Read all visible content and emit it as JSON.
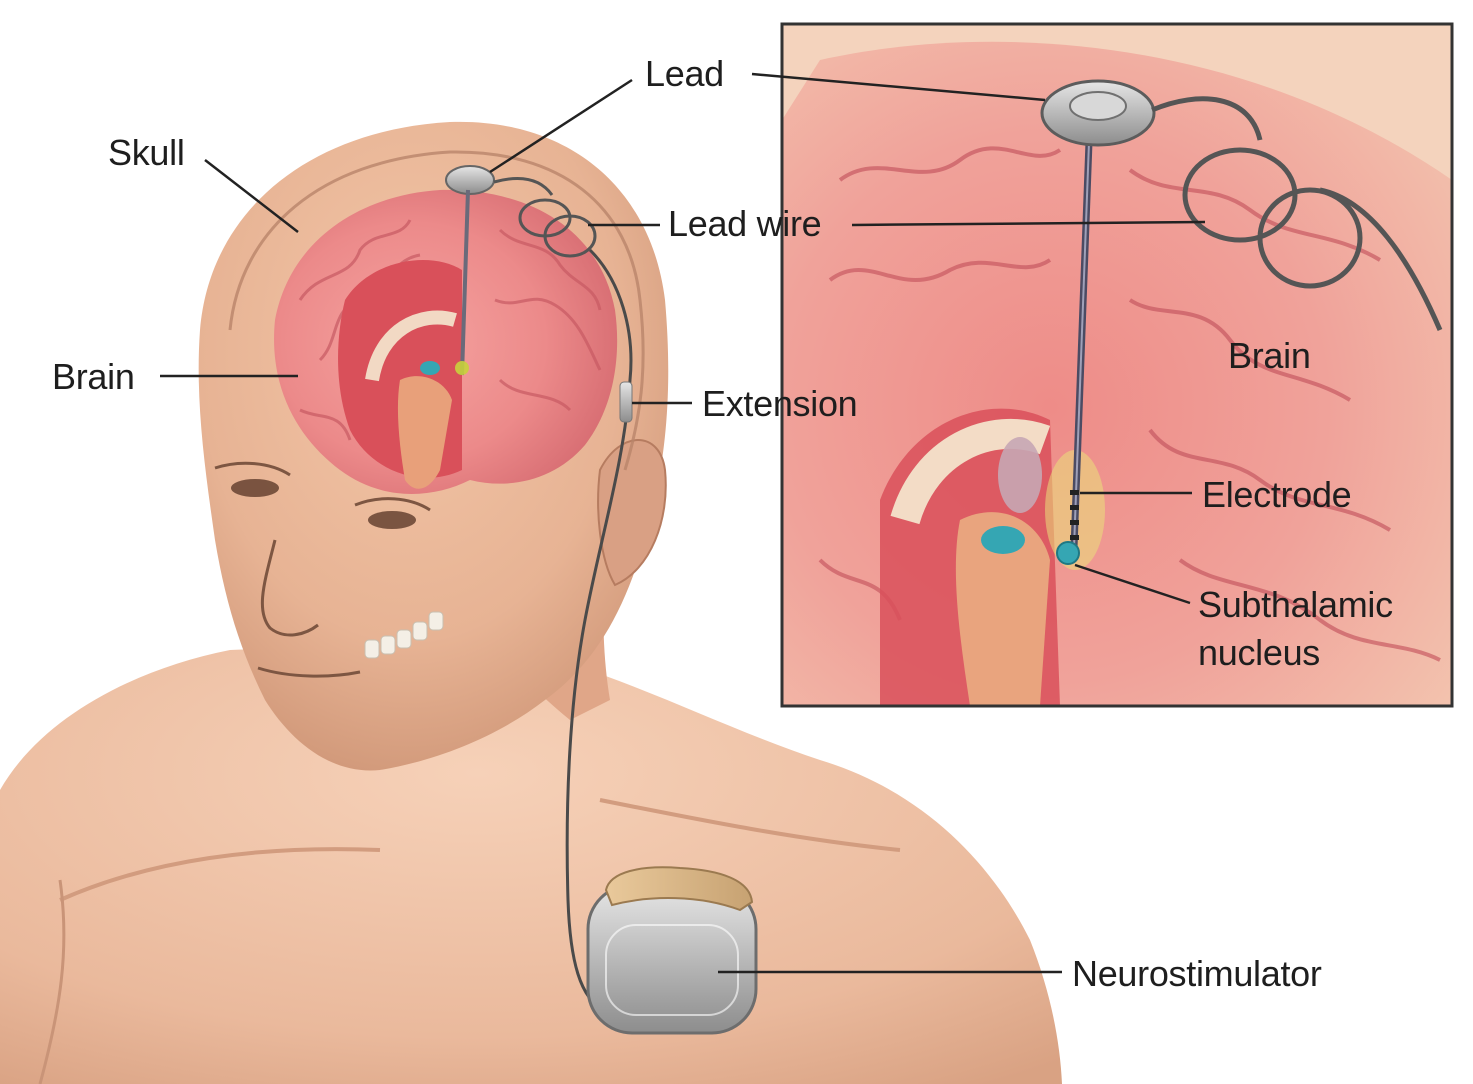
{
  "labels": {
    "skull": "Skull",
    "lead": "Lead",
    "lead_wire": "Lead wire",
    "brain_main": "Brain",
    "extension": "Extension",
    "neurostimulator": "Neurostimulator"
  },
  "inset": {
    "brain": "Brain",
    "electrode": "Electrode",
    "subthalamic_line1": "Subthalamic",
    "subthalamic_line2": "nucleus"
  },
  "colors": {
    "skin": "#e7b394",
    "skin_shadow": "#c98f70",
    "brain": "#ec8a8a",
    "brain_deep": "#d9505a",
    "device_metal": "#b9b9b9",
    "nucleus": "#35a6b3",
    "label_text": "#1e1e1e",
    "leader_line": "#222222"
  }
}
